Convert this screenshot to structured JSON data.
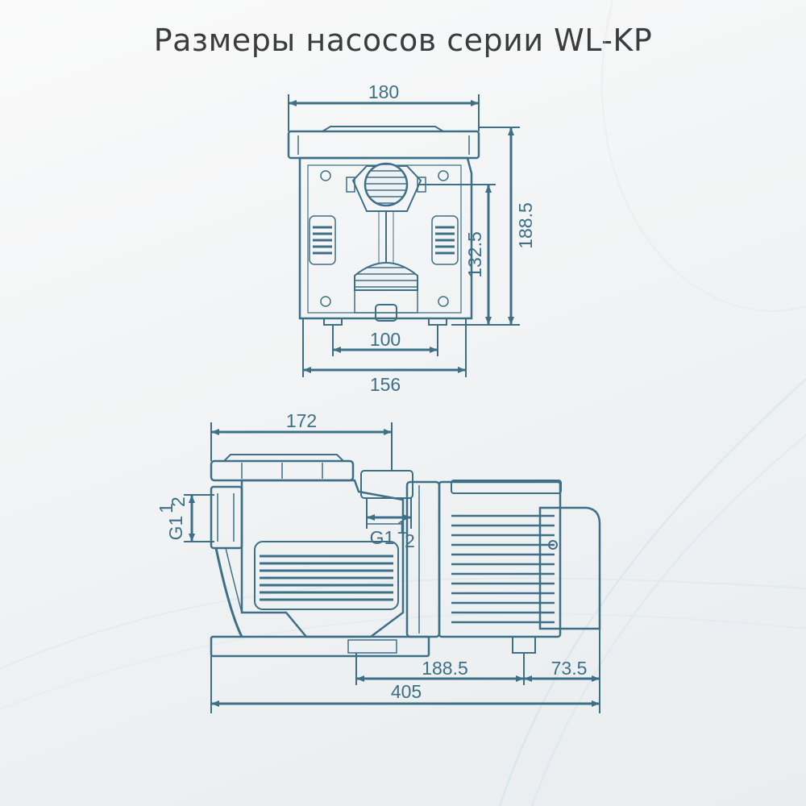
{
  "title": "Размеры насосов серии WL-KP",
  "colors": {
    "line": "#3d6f87",
    "title": "#3c3c3c",
    "background": "#f1f3f4"
  },
  "front_view": {
    "width_top": "180",
    "height_total": "188.5",
    "height_axis": "132.5",
    "base_inner": "100",
    "base_outer": "156"
  },
  "side_view": {
    "inlet_offset": "172",
    "inlet_thread_main": "G1",
    "inlet_thread_frac": "1",
    "inlet_thread_den": "2",
    "outlet_thread_main": "G1",
    "outlet_thread_frac": "1",
    "outlet_thread_den": "2",
    "foot_spacing": "188.5",
    "rear_overhang": "73.5",
    "total_length": "405"
  }
}
